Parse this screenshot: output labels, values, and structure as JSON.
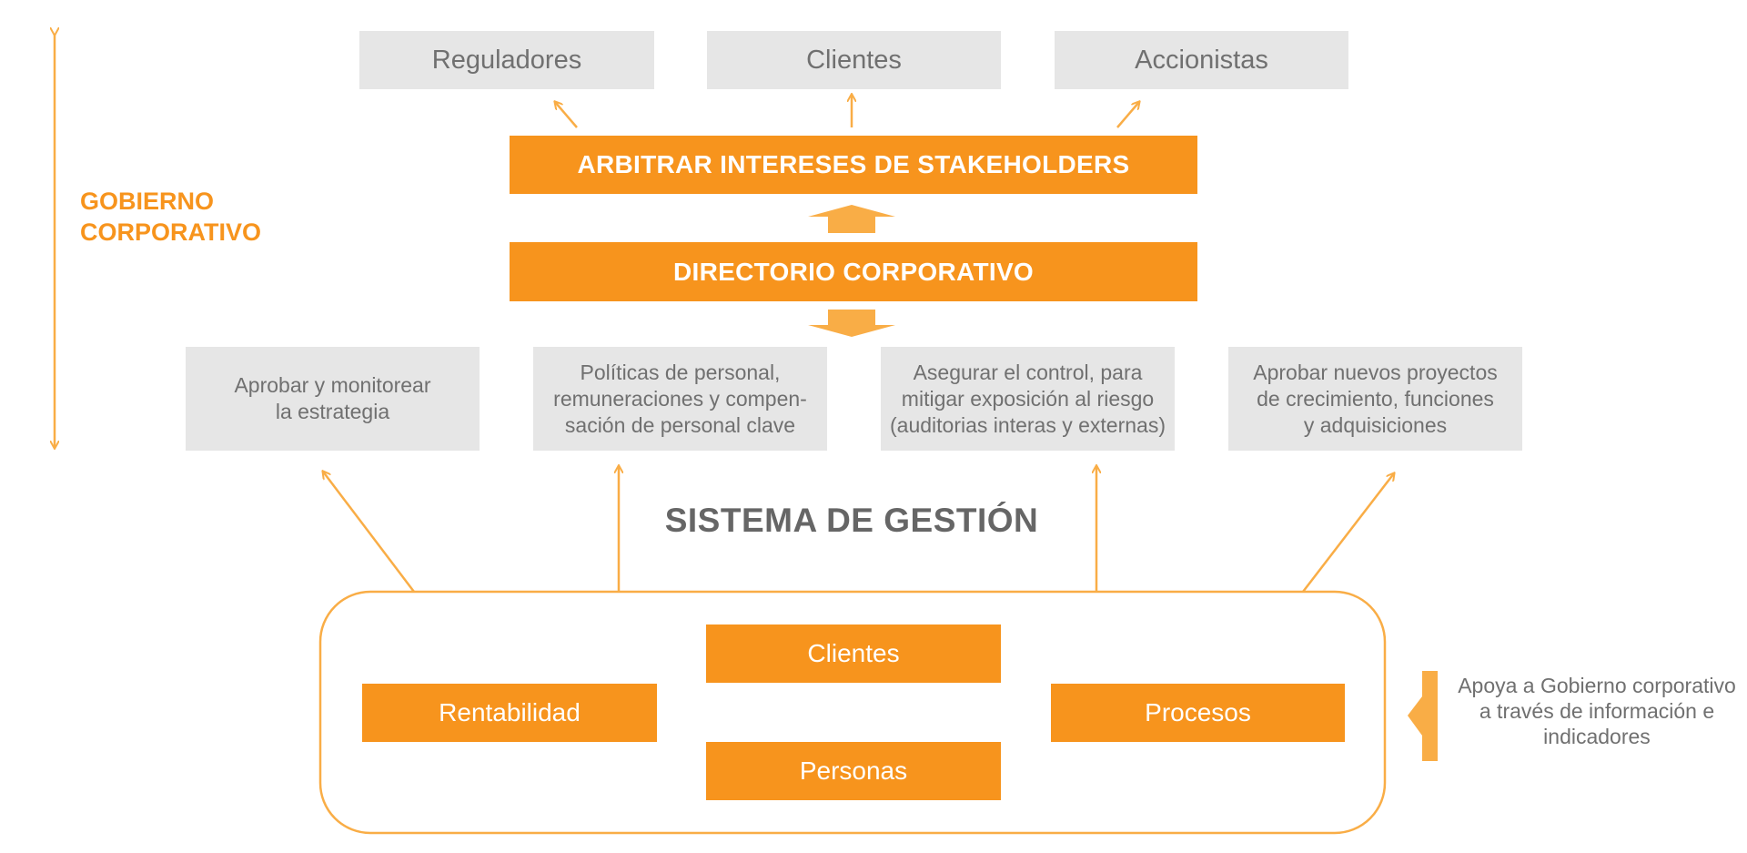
{
  "colors": {
    "accent": "#f7941d",
    "arrow": "#f9ad46",
    "box_grey": "#e6e6e6",
    "text_grey": "#707070"
  },
  "side": {
    "title": "GOBIERNO\nCORPORATIVO"
  },
  "stakeholders": [
    "Reguladores",
    "Clientes",
    "Accionistas"
  ],
  "bars": {
    "arbitrar": "ARBITRAR INTERESES DE STAKEHOLDERS",
    "directorio": "DIRECTORIO CORPORATIVO"
  },
  "functions": [
    "Aprobar y monitorear\nla estrategia",
    "Políticas de personal,\nremuneraciones y compen-\nsación de personal clave",
    "Asegurar el control, para\nmitigar exposición al riesgo\n(auditorias interas y externas)",
    "Aprobar nuevos proyectos\nde crecimiento, funciones\ny adquisiciones"
  ],
  "system": {
    "title": "SISTEMA DE GESTIÓN",
    "boxes": {
      "clientes": "Clientes",
      "rentabilidad": "Rentabilidad",
      "procesos": "Procesos",
      "personas": "Personas"
    }
  },
  "note": "Apoya a Gobierno corporativo\na través de información e\nindicadores"
}
